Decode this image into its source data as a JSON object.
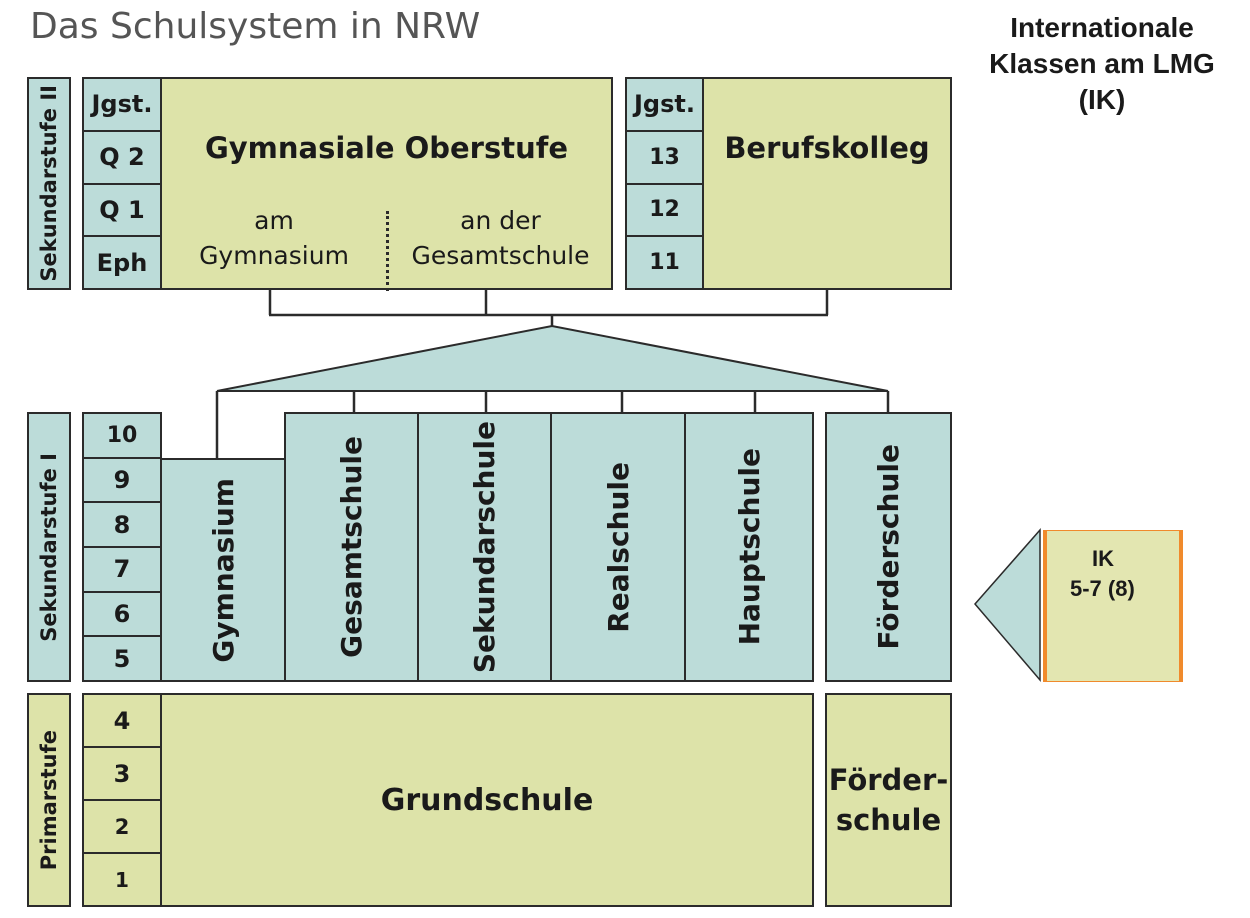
{
  "title": "Das Schulsystem in NRW",
  "intl": {
    "line1": "Internationale",
    "line2": "Klassen am LMG",
    "line3": "(IK)"
  },
  "stages": {
    "sek2": "Sekundarstufe II",
    "sek1": "Sekundarstufe I",
    "primar": "Primarstufe"
  },
  "oberstufe": {
    "grades": [
      "Jgst.",
      "Q 2",
      "Q 1",
      "Eph"
    ],
    "title": "Gymnasiale Oberstufe",
    "left": [
      "am",
      "Gymnasium"
    ],
    "right": [
      "an der",
      "Gesamtschule"
    ]
  },
  "berufskolleg": {
    "grades": [
      "Jgst.",
      "13",
      "12",
      "11"
    ],
    "title": "Berufskolleg"
  },
  "sek1": {
    "grades": [
      "10",
      "9",
      "8",
      "7",
      "6",
      "5"
    ],
    "schools": [
      "Gymnasium",
      "Gesamtschule",
      "Sekundarschule",
      "Realschule",
      "Hauptschule"
    ],
    "foerderschule": "Förderschule"
  },
  "primar": {
    "grades": [
      "4",
      "3",
      "2",
      "1"
    ],
    "grundschule": "Grundschule",
    "foerder": [
      "Förder-",
      "schule"
    ]
  },
  "ik": {
    "line1": "IK",
    "line2": "5-7 (8)"
  },
  "colors": {
    "green": "#dde3a9",
    "blue": "#bcdcd9",
    "border": "#2b2b2b",
    "orange": "#f08a2c",
    "title": "#555555"
  }
}
